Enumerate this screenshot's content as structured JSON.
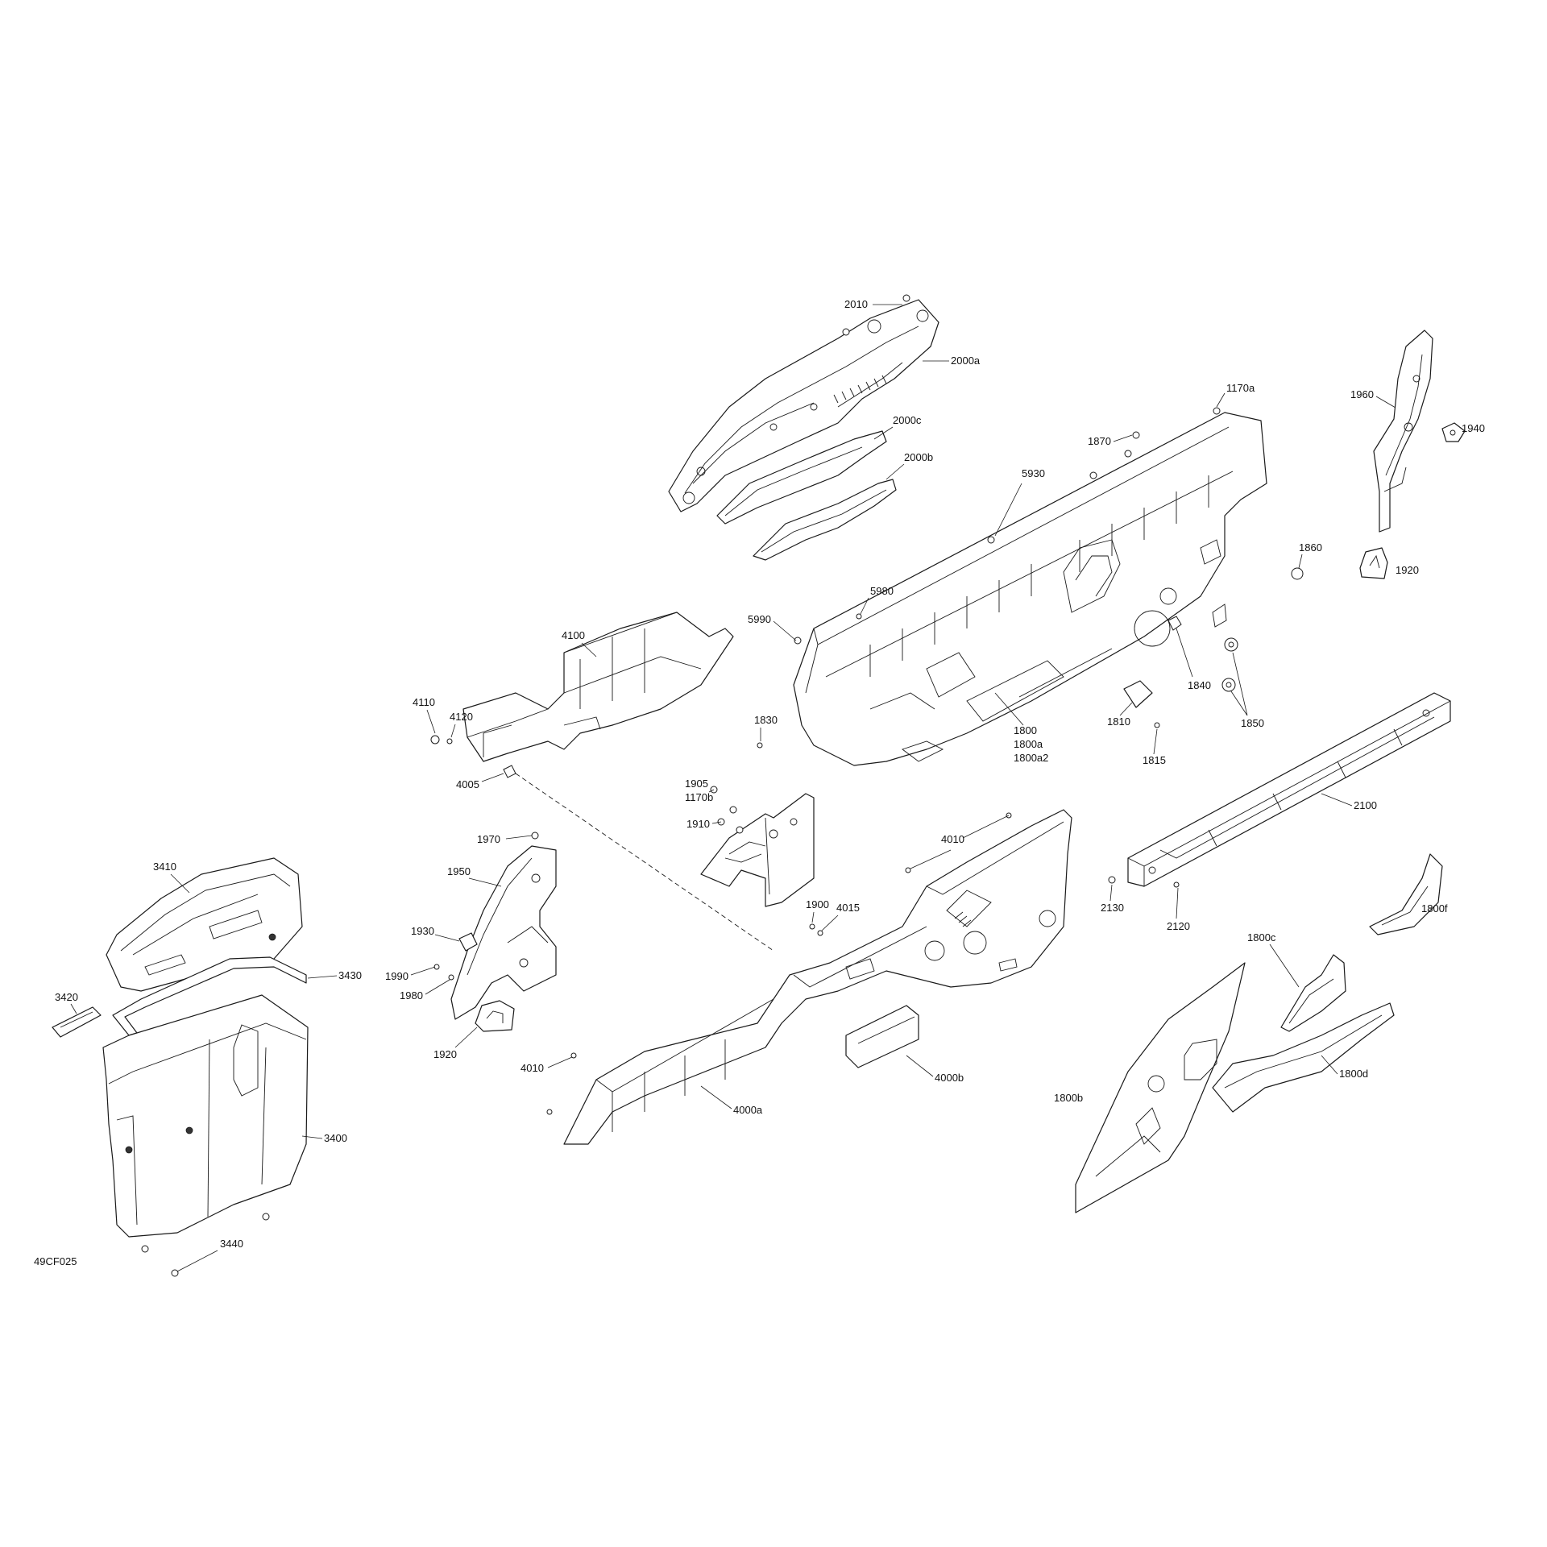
{
  "diagram_code": "49CF025",
  "callouts": {
    "c2010": "2010",
    "c2000a": "2000a",
    "c2000c": "2000c",
    "c2000b": "2000b",
    "c1170a": "1170a",
    "c1870": "1870",
    "c5930": "5930",
    "c1960": "1960",
    "c1940": "1940",
    "c1860": "1860",
    "c1920r": "1920",
    "c5980": "5980",
    "c4100": "4100",
    "c5990": "5990",
    "c4110": "4110",
    "c4120": "4120",
    "c1830": "1830",
    "c1840": "1840",
    "c1850": "1850",
    "c1810": "1810",
    "c1815": "1815",
    "c1800": "1800",
    "c1800a": "1800a",
    "c1800a2": "1800a2",
    "c4005": "4005",
    "c1905": "1905",
    "c1170b": "1170b",
    "c1910": "1910",
    "c2100": "2100",
    "c1970": "1970",
    "c4010t": "4010",
    "c3410": "3410",
    "c1950": "1950",
    "c1900": "1900",
    "c4015": "4015",
    "c2130": "2130",
    "c2120": "2120",
    "c1800f": "1800f",
    "c1930": "1930",
    "c1800c": "1800c",
    "c3420": "3420",
    "c3430": "3430",
    "c1990": "1990",
    "c1980": "1980",
    "c1920l": "1920",
    "c4010b": "4010",
    "c4000b": "4000b",
    "c1800d": "1800d",
    "c4000a": "4000a",
    "c1800b": "1800b",
    "c3400": "3400",
    "c3440": "3440"
  }
}
